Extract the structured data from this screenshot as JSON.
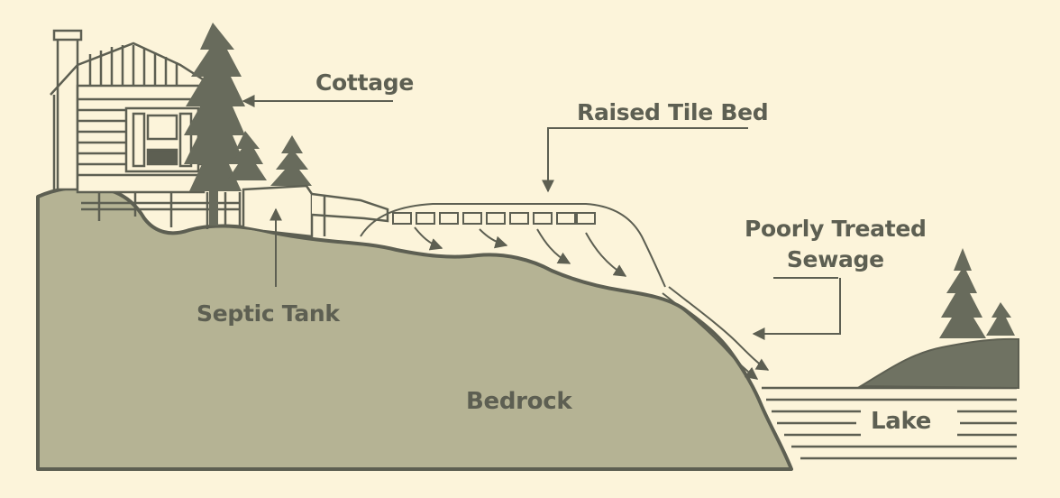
{
  "labels": {
    "cottage": "Cottage",
    "raised_tile_bed": "Raised Tile Bed",
    "poorly_treated_line1": "Poorly Treated",
    "poorly_treated_line2": "Sewage",
    "septic_tank": "Septic Tank",
    "bedrock": "Bedrock",
    "lake": "Lake"
  },
  "colors": {
    "background": "#fcf4da",
    "bedrock_fill": "#b5b394",
    "line": "#5d5f52",
    "tree": "#686b5c",
    "hill": "#6f7262"
  }
}
